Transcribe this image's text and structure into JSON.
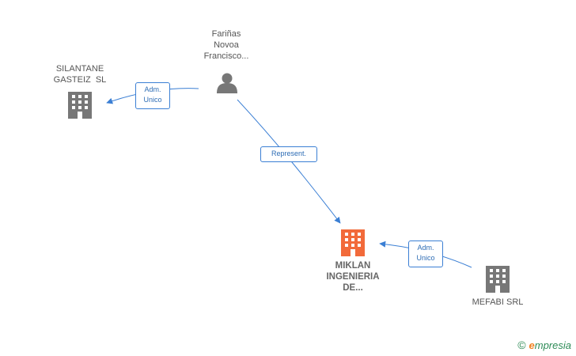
{
  "colors": {
    "edge": "#3b7fd4",
    "company": "#777777",
    "company_main": "#f26a3a",
    "person": "#777777"
  },
  "nodes": {
    "person": {
      "icon": "person-icon",
      "lines": [
        "Fariñas",
        "Novoa",
        "Francisco..."
      ]
    },
    "silantane": {
      "icon": "building-icon",
      "lines": [
        "SILANTANE",
        "GASTEIZ  SL"
      ]
    },
    "miklan": {
      "icon": "building-icon",
      "lines": [
        "MIKLAN",
        "INGENIERIA",
        "DE..."
      ]
    },
    "mefabi": {
      "icon": "building-icon",
      "lines": [
        "MEFABI SRL"
      ]
    }
  },
  "edges": {
    "person_to_silantane": {
      "lines": [
        "Adm.",
        "Unico"
      ]
    },
    "person_to_miklan": {
      "lines": [
        "Represent."
      ]
    },
    "mefabi_to_miklan": {
      "lines": [
        "Adm.",
        "Unico"
      ]
    }
  },
  "watermark": {
    "copyright": "©",
    "brand_first": "e",
    "brand_rest": "mpresia"
  }
}
